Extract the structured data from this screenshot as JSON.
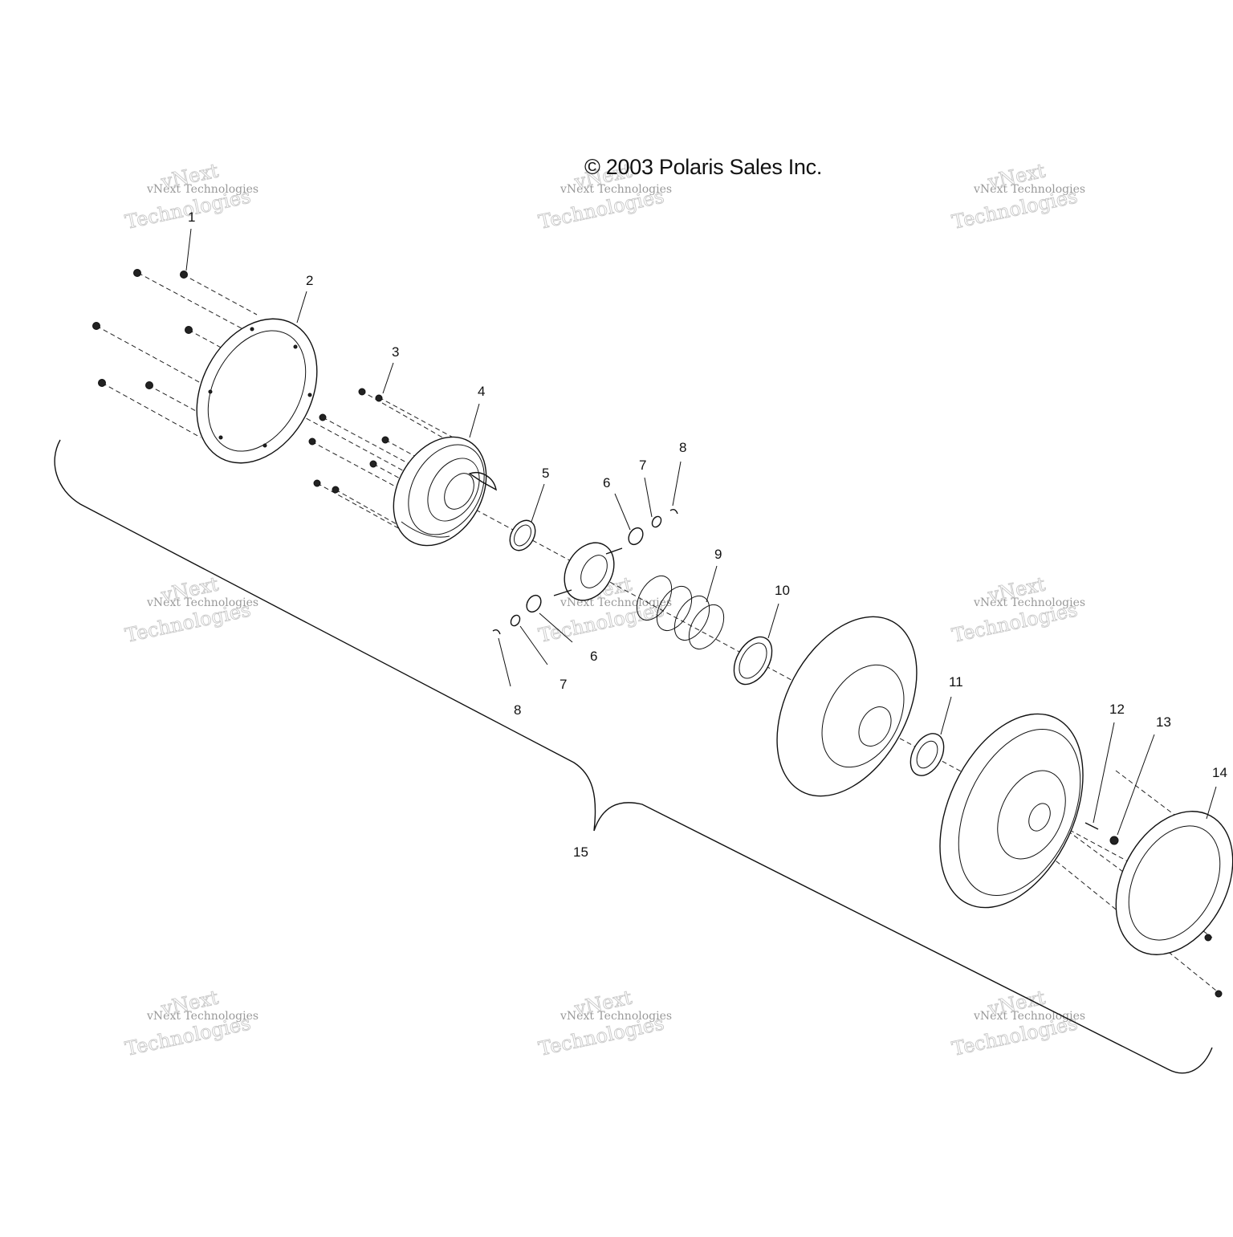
{
  "copyright": "© 2003 Polaris Sales Inc.",
  "watermark": {
    "line1": "vNext Technologies",
    "line2": "vNext",
    "line3": "Technologies"
  },
  "callouts": [
    "1",
    "2",
    "3",
    "4",
    "5",
    "6",
    "6",
    "7",
    "7",
    "8",
    "8",
    "9",
    "10",
    "11",
    "12",
    "13",
    "14",
    "15"
  ]
}
